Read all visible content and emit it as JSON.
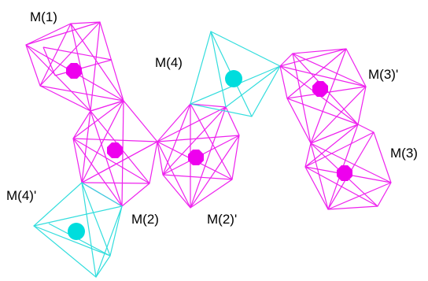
{
  "colors": {
    "m1_m2_m3_polyhedra": "#ee22ee",
    "m4_polyhedra": "#33dddd",
    "m_atom": "#ee00ee",
    "m4_atom": "#00dddd",
    "label_text": "#000000",
    "background": "#ffffff"
  },
  "labels": {
    "m1": "M(1)",
    "m4": "M(4)",
    "m3_prime": "M(3)'",
    "m3": "M(3)",
    "m4_prime": "M(4)'",
    "m2": "M(2)",
    "m2_prime": "M(2)'"
  }
}
